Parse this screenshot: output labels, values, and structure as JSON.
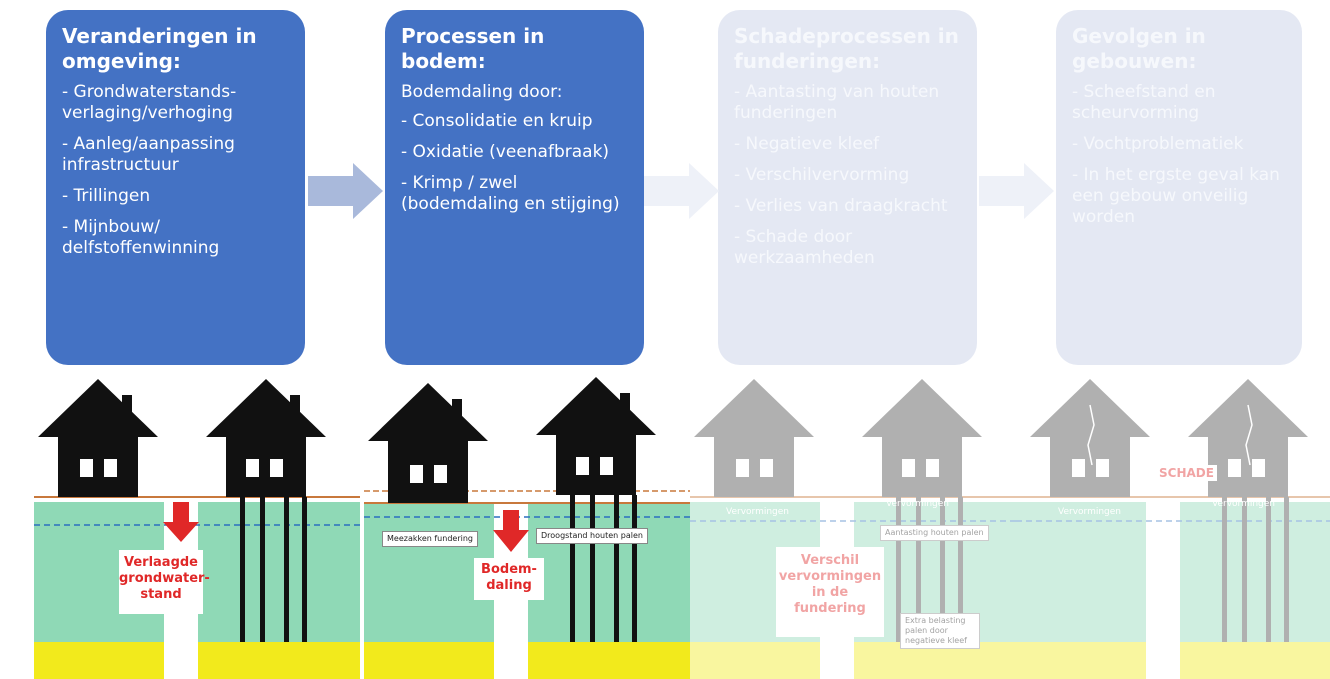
{
  "cards": [
    {
      "title": "Veranderingen in omgeving:",
      "subtitle": "",
      "items": [
        "- Grondwaterstands-verlaging/verhoging",
        "- Aanleg/aanpassing infrastructuur",
        "- Trillingen",
        "- Mijnbouw/ delfstoffenwinning"
      ]
    },
    {
      "title": "Processen in bodem:",
      "subtitle": "Bodemdaling door:",
      "items": [
        "- Consolidatie en kruip",
        "- Oxidatie (veenafbraak)",
        "- Krimp / zwel (bodemdaling en stijging)"
      ]
    },
    {
      "title": "Schadeprocessen in funderingen:",
      "subtitle": "",
      "items": [
        "- Aantasting van houten funderingen",
        "- Negatieve kleef",
        "- Verschilvervorming",
        "- Verlies van draagkracht",
        "- Schade door werkzaamheden"
      ]
    },
    {
      "title": "Gevolgen in gebouwen:",
      "subtitle": "",
      "items": [
        "- Scheefstand en scheurvorming",
        "- Vochtproblematiek",
        "- In het ergste geval kan een gebouw onveilig worden"
      ]
    }
  ],
  "panels": [
    {
      "callout": "Verlaagde\ngrondwater-\nstand"
    },
    {
      "callout": "Bodem-\ndaling",
      "label_left": "Meezakken fundering",
      "label_right": "Droogstand houten palen"
    },
    {
      "callout": "Verschil\nvervormingen\nin de\nfundering",
      "label_top": "Aantasting houten palen",
      "label_bottom": "Extra belasting palen door negatieve kleef",
      "deform_left": "Vervormingen",
      "deform_right": "Vervormingen"
    },
    {
      "callout": "SCHADE",
      "deform_left": "Vervormingen",
      "deform_right": "Vervormingen"
    }
  ],
  "colors": {
    "active_card": "#4472c4",
    "faded_card": "#e4e8f3",
    "arrow_active": "#a9b9db",
    "arrow_faded": "#eef1f8",
    "soil": "#8fd9b6",
    "sand": "#f2ea1c",
    "house": "#111111",
    "callout_red": "#e02828"
  }
}
